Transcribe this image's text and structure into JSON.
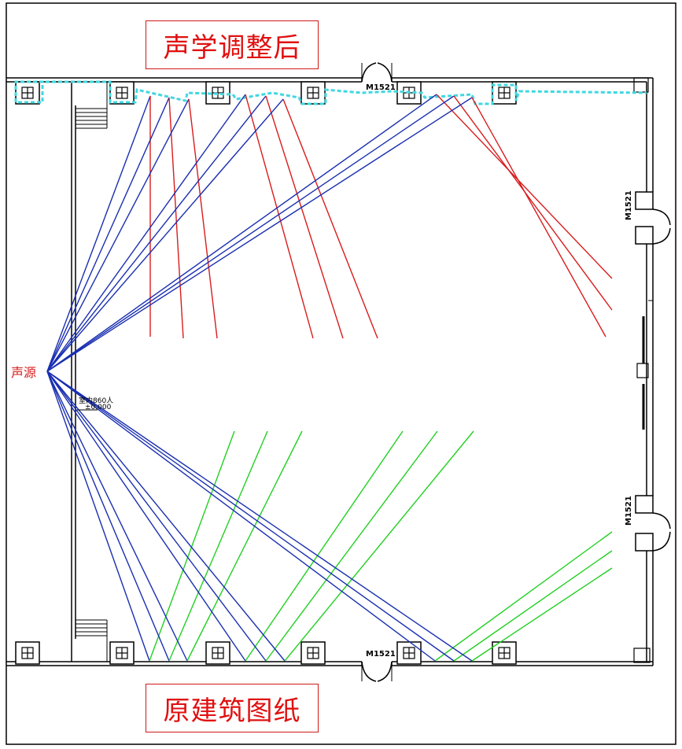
{
  "titles": {
    "top": "声学调整后",
    "bottom": "原建筑图纸"
  },
  "labels": {
    "source": "声源",
    "door_top": "M1521",
    "door_bottom": "M1521",
    "door_right_upper": "M1521",
    "door_right_lower": "M1521",
    "elevation_a": "室内860人",
    "elevation_b": "±0.000"
  },
  "colors": {
    "incident_ray": "#1a2fb0",
    "reflected_top": "#d81c1c",
    "reflected_bottom": "#22d022",
    "reflector_profile": "#40d8e0",
    "wall": "#000000",
    "title_text": "#e01010",
    "frame": "#000000"
  },
  "icons": {
    "column": "column-cross-icon",
    "door": "double-door-swing-icon"
  }
}
